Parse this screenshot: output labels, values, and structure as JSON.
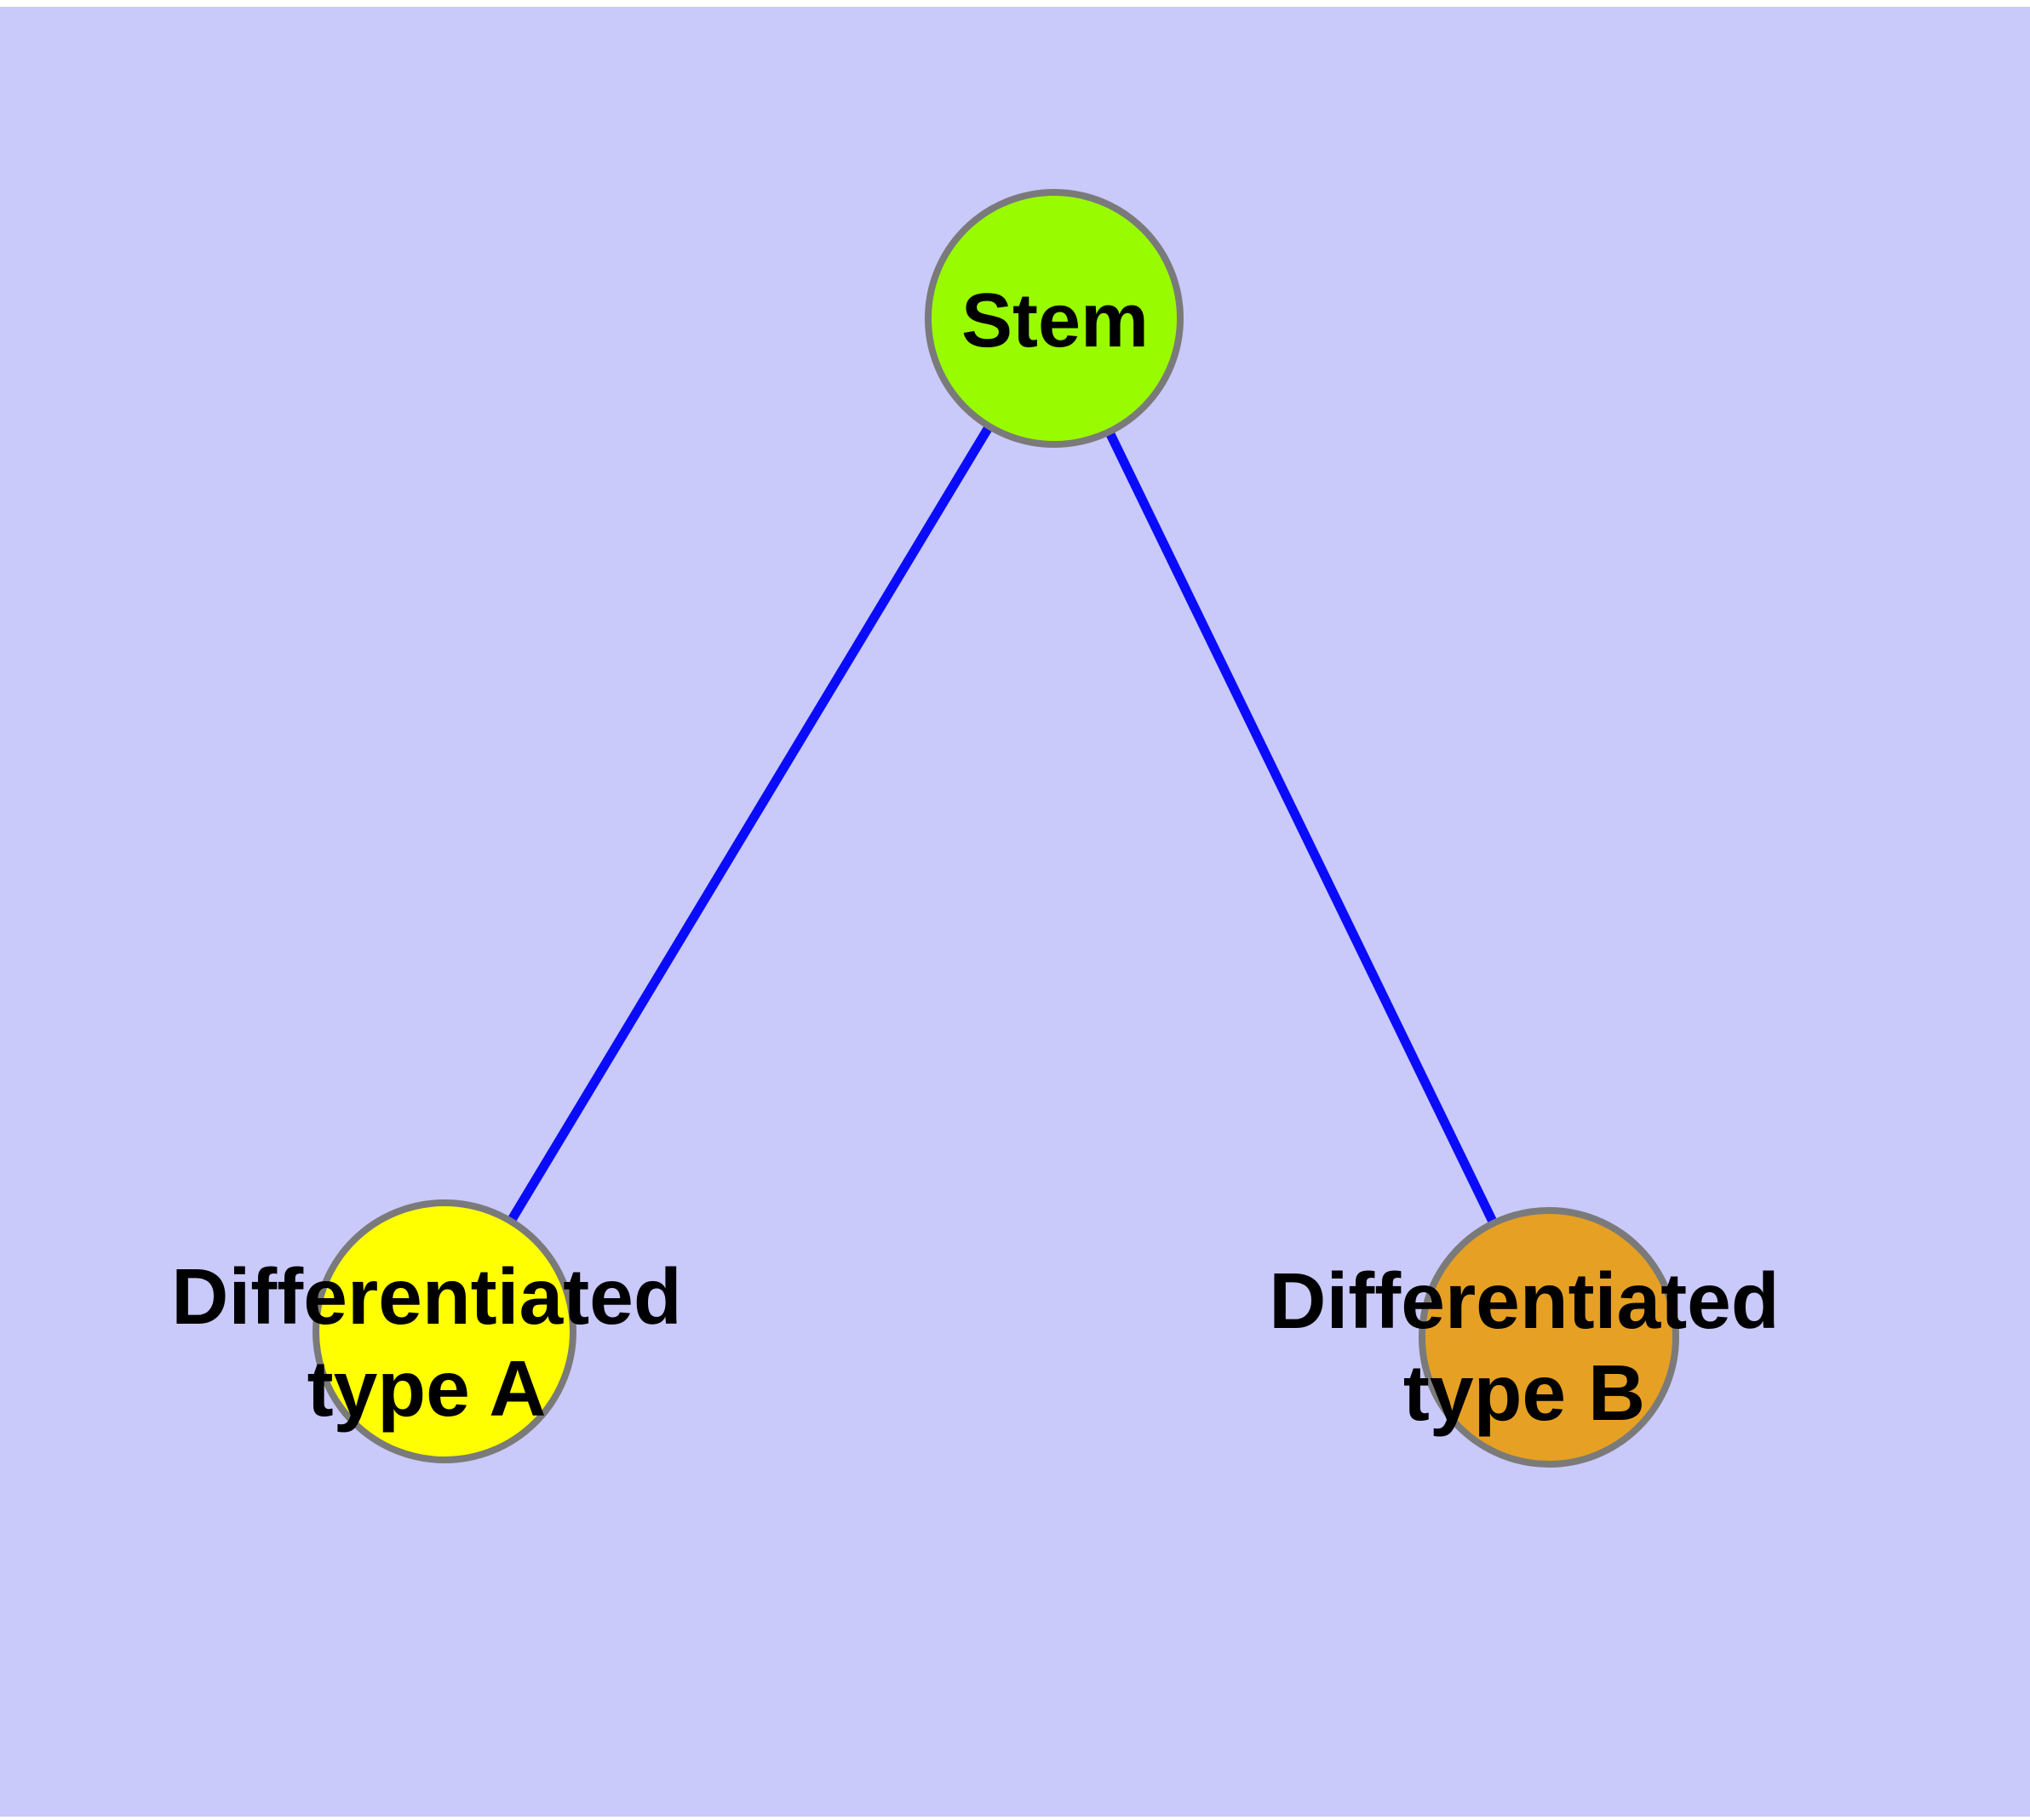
{
  "diagram": {
    "background_color": "#C9C9FA",
    "page_margin_color": "#FFFFFF",
    "edge_color": "#0B0BFB",
    "node_border_color": "#7A7A7A",
    "label_text_color": "#000000",
    "nodes": {
      "stem": {
        "label": "Stem",
        "fill_color": "#99FB00"
      },
      "differentiated_a": {
        "label_line1": "Differentiated",
        "label_line2": "type A",
        "fill_color": "#FFFF00"
      },
      "differentiated_b": {
        "label_line1": "Differentiated",
        "label_line2": "type B",
        "fill_color": "#E6A023"
      }
    }
  }
}
